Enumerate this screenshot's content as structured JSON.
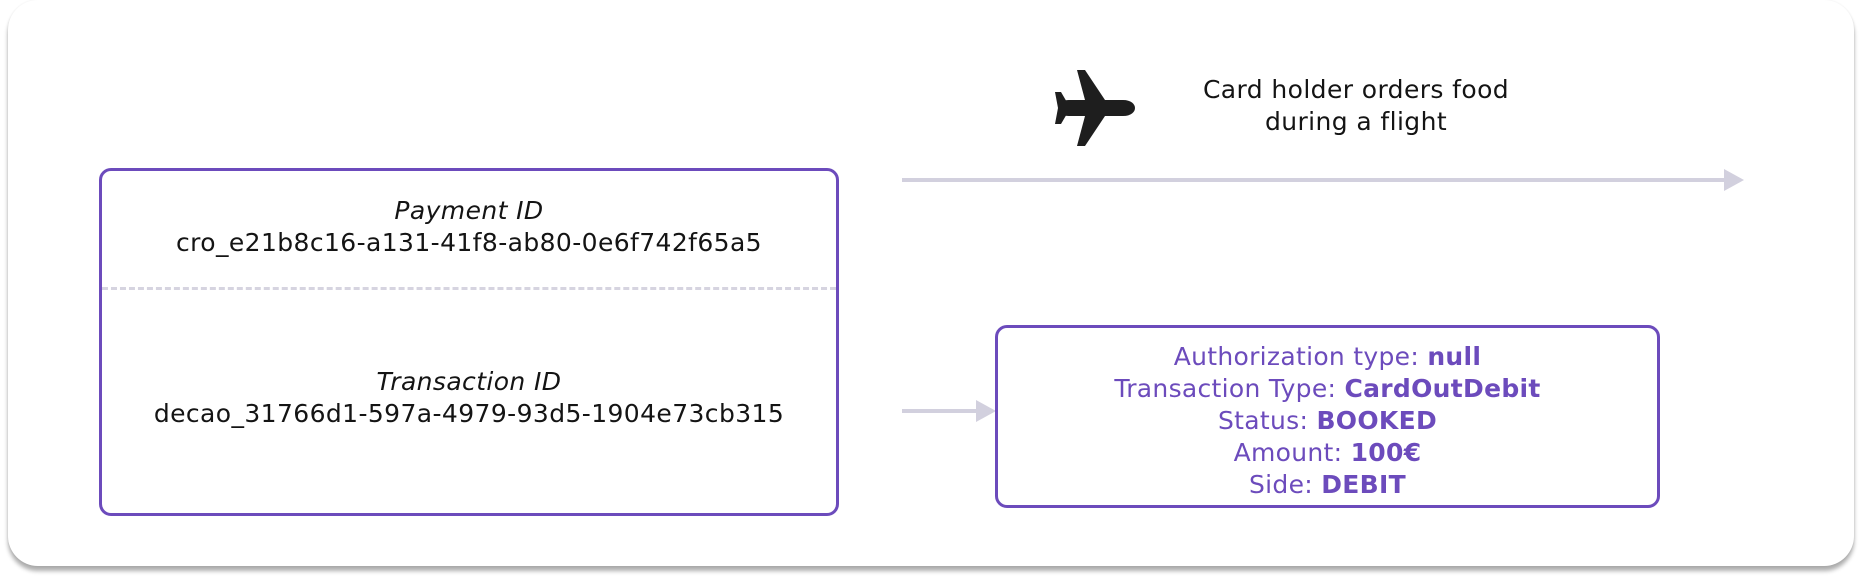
{
  "payment": {
    "label": "Payment ID",
    "value": "cro_e21b8c16-a131-41f8-ab80-0e6f742f65a5"
  },
  "transaction": {
    "label": "Transaction ID",
    "value": "decao_31766d1-597a-4979-93d5-1904e73cb315"
  },
  "event": {
    "icon": "airplane-icon",
    "caption_line1": "Card holder orders food",
    "caption_line2": "during a flight"
  },
  "details": {
    "authorization_type_label": "Authorization type: ",
    "authorization_type_value": "null",
    "transaction_type_label": "Transaction Type: ",
    "transaction_type_value": "CardOutDebit",
    "status_label": "Status: ",
    "status_value": "BOOKED",
    "amount_label": "Amount: ",
    "amount_value": "100€",
    "side_label": "Side: ",
    "side_value": "DEBIT"
  },
  "colors": {
    "accent": "#6c4bbc",
    "connector": "#d2d0de",
    "text": "#141414"
  }
}
